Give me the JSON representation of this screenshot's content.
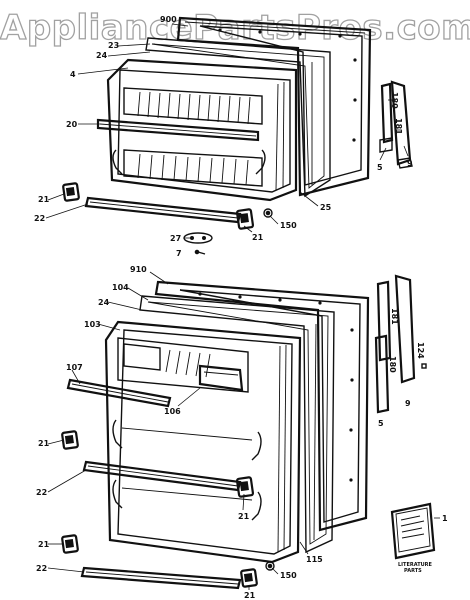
{
  "watermark": "AppliancePartsPros.com",
  "upper_door": {
    "labels": {
      "l900": "900",
      "l23": "23",
      "l24": "24",
      "l4": "4",
      "l20": "20",
      "l21a": "21",
      "l22": "22",
      "l27": "27",
      "l7": "7",
      "l21b": "21",
      "l150": "150",
      "l25": "25",
      "l180": "180",
      "l181": "181",
      "l5": "5",
      "l9": "9"
    }
  },
  "lower_door": {
    "labels": {
      "l910": "910",
      "l104": "104",
      "l24": "24",
      "l103": "103",
      "l107": "107",
      "l106": "106",
      "l21a": "21",
      "l22a": "22",
      "l21b": "21",
      "l21c": "21",
      "l22b": "22",
      "l21d": "21",
      "l150": "150",
      "l115": "115",
      "l181": "181",
      "l180": "180",
      "l124": "124",
      "l5": "5",
      "l9": "9",
      "l1": "1"
    }
  },
  "literature": {
    "caption_line1": "LITERATURE",
    "caption_line2": "PARTS"
  }
}
